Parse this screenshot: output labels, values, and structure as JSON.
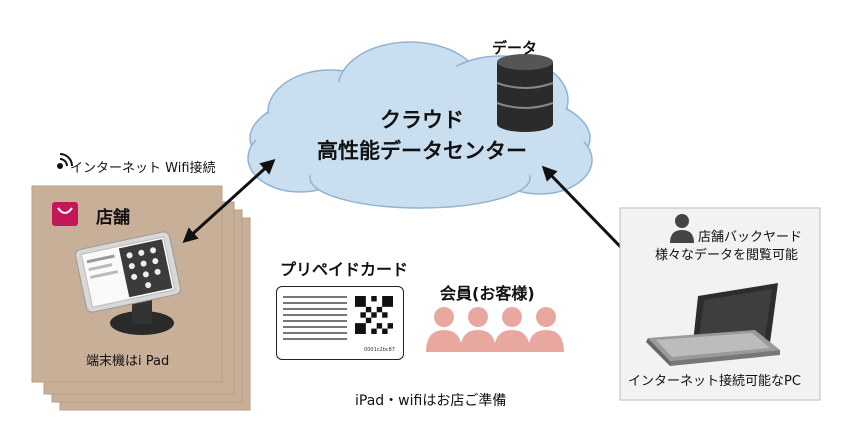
{
  "cloud": {
    "line1": "クラウド",
    "line2": "高性能データセンター"
  },
  "database_label": "データ",
  "internet_wifi_label": "インターネット Wifi接続",
  "store": {
    "title": "店舗",
    "terminal_label": "端末機はi Pad"
  },
  "prepaid_card": {
    "title": "プリペイドカード",
    "code": "0001c2bc87"
  },
  "members": {
    "label": "会員(お客様)"
  },
  "ipad_note": "iPad・wifiはお店ご準備",
  "backyard": {
    "line1": "店舗バックヤード",
    "line2": "様々なデータを閲覧可能",
    "pc_label": "インターネット接続可能なPC"
  },
  "colors": {
    "cloud": "#c9dff0",
    "store_panel": "#c8b098",
    "member_icon": "#e8a8a0",
    "bag_icon": "#c2185b",
    "pc_panel": "#f2f2f2"
  },
  "icons": [
    "wifi-icon",
    "shopping-bag-icon",
    "database-icon",
    "person-icon",
    "laptop-icon",
    "qr-code-icon"
  ]
}
